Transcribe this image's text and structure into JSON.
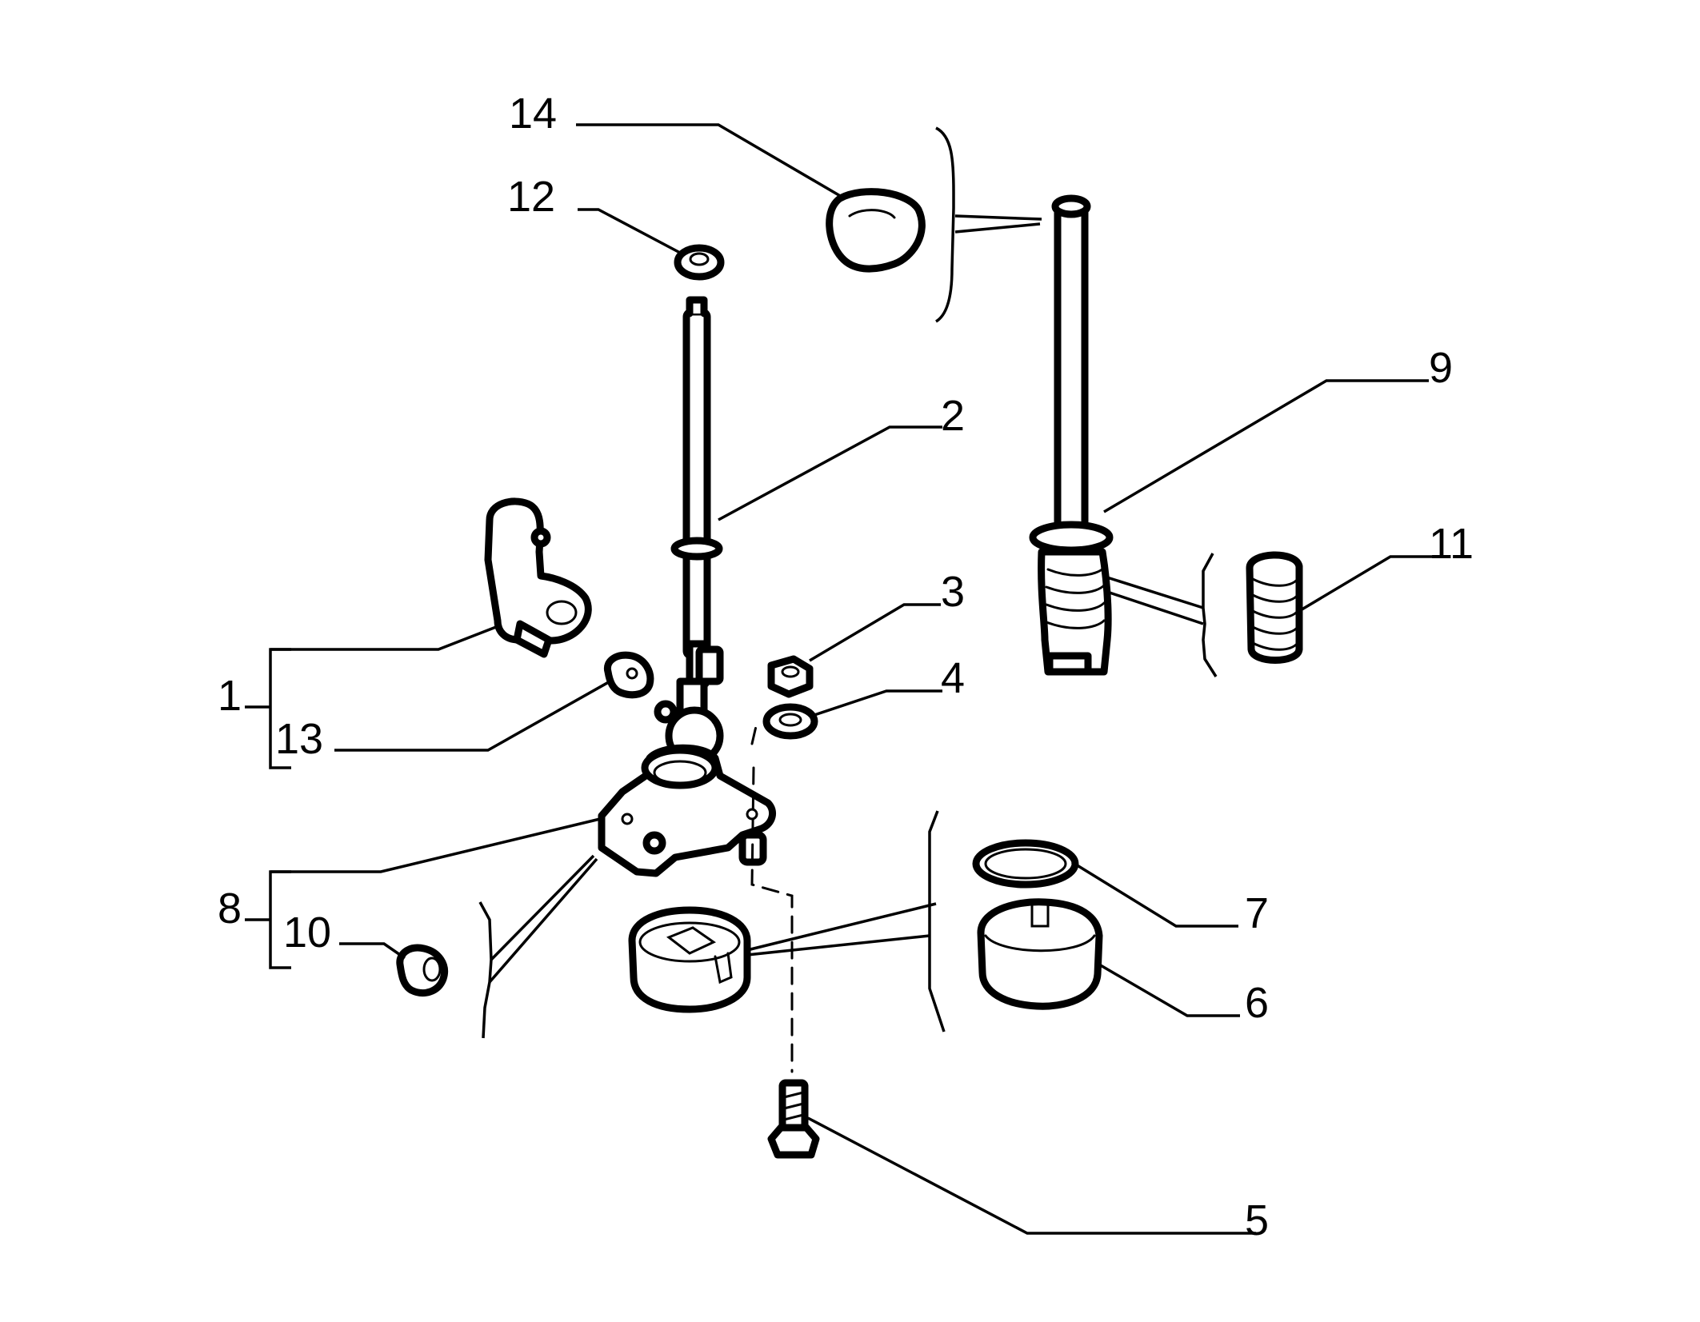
{
  "diagram": {
    "type": "exploded-parts-view",
    "line_color": "#000000",
    "background": "#ffffff",
    "callouts": {
      "c1": "1",
      "c2": "2",
      "c3": "3",
      "c4": "4",
      "c5": "5",
      "c6": "6",
      "c7": "7",
      "c8": "8",
      "c9": "9",
      "c10": "10",
      "c11": "11",
      "c12": "12",
      "c13": "13",
      "c14": "14"
    }
  }
}
